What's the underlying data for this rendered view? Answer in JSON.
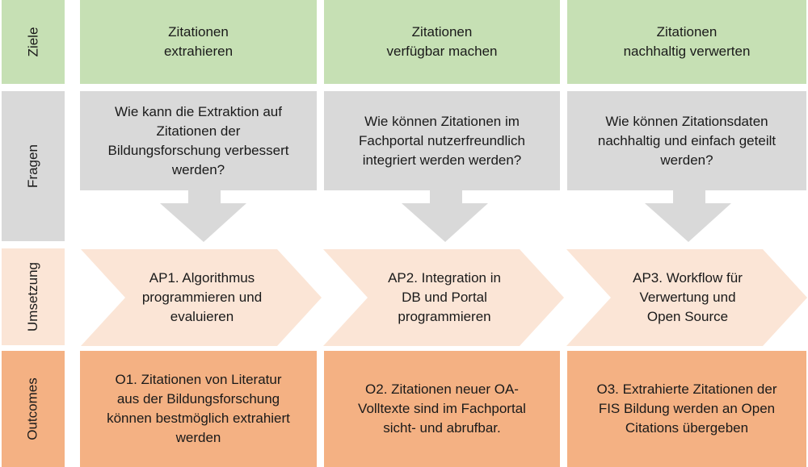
{
  "rows": {
    "ziele": "Ziele",
    "fragen": "Fragen",
    "umsetzung": "Umsetzung",
    "outcomes": "Outcomes"
  },
  "columns": [
    {
      "ziel": "Zitationen\nextrahieren",
      "frage": "Wie kann die Extraktion auf\nZitationen der\nBildungsforschung verbessert\nwerden?",
      "umsetzung": "AP1. Algorithmus\nprogrammieren und\nevaluieren",
      "outcome": "O1. Zitationen von Literatur\naus der Bildungsforschung\nkönnen bestmöglich extrahiert\nwerden"
    },
    {
      "ziel": "Zitationen\nverfügbar machen",
      "frage": "Wie können Zitationen im\nFachportal nutzerfreundlich\nintegriert werden werden?",
      "umsetzung": "AP2. Integration in\nDB und Portal\nprogrammieren",
      "outcome": "O2. Zitationen neuer OA-\nVolltexte sind im Fachportal\nsicht- und abrufbar."
    },
    {
      "ziel": "Zitationen\nnachhaltig verwerten",
      "frage": "Wie können Zitationsdaten\nnachhaltig und einfach geteilt\nwerden?",
      "umsetzung": "AP3. Workflow für\nVerwertung und\nOpen Source",
      "outcome": "O3. Extrahierte Zitationen der\nFIS Bildung werden an Open\nCitations übergeben"
    }
  ],
  "colors": {
    "ziele": "#c6e0b4",
    "fragen": "#d9d9d9",
    "umsetzung": "#fbe5d6",
    "outcomes": "#f4b183"
  }
}
